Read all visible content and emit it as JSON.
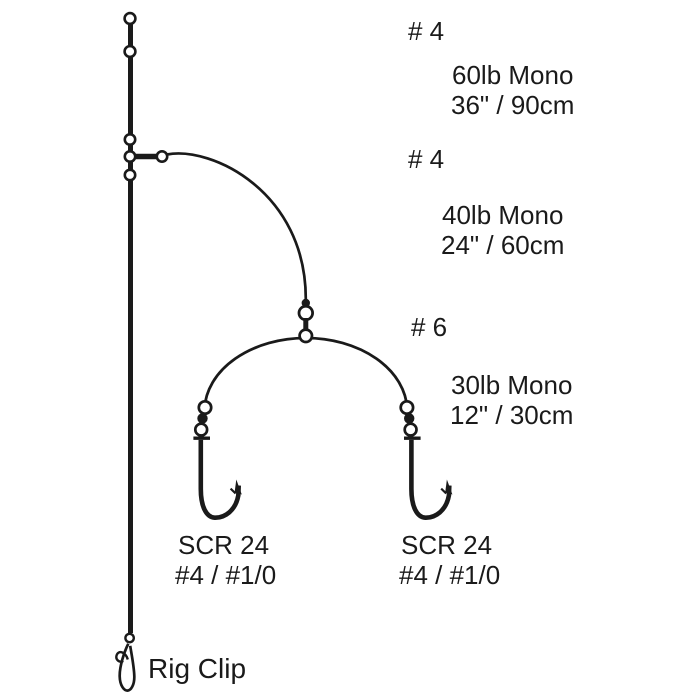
{
  "figure": {
    "kind": "fishing-rig-diagram",
    "background_color": "#ffffff",
    "line_color": "#1a1a1a"
  },
  "annotations": {
    "top": {
      "swivel_size": "# 4",
      "line": "60lb Mono",
      "length": "36\" / 90cm"
    },
    "middle": {
      "swivel_size": "# 4",
      "line": "40lb Mono",
      "length": "24\" / 60cm"
    },
    "bottom": {
      "swivel_size": "# 6",
      "line": "30lb Mono",
      "length": "12\" / 30cm"
    },
    "hook_left": {
      "model": "SCR 24",
      "sizes": "#4 / #1/0"
    },
    "hook_right": {
      "model": "SCR 24",
      "sizes": "#4 / #1/0"
    },
    "clip_label": "Rig Clip"
  }
}
